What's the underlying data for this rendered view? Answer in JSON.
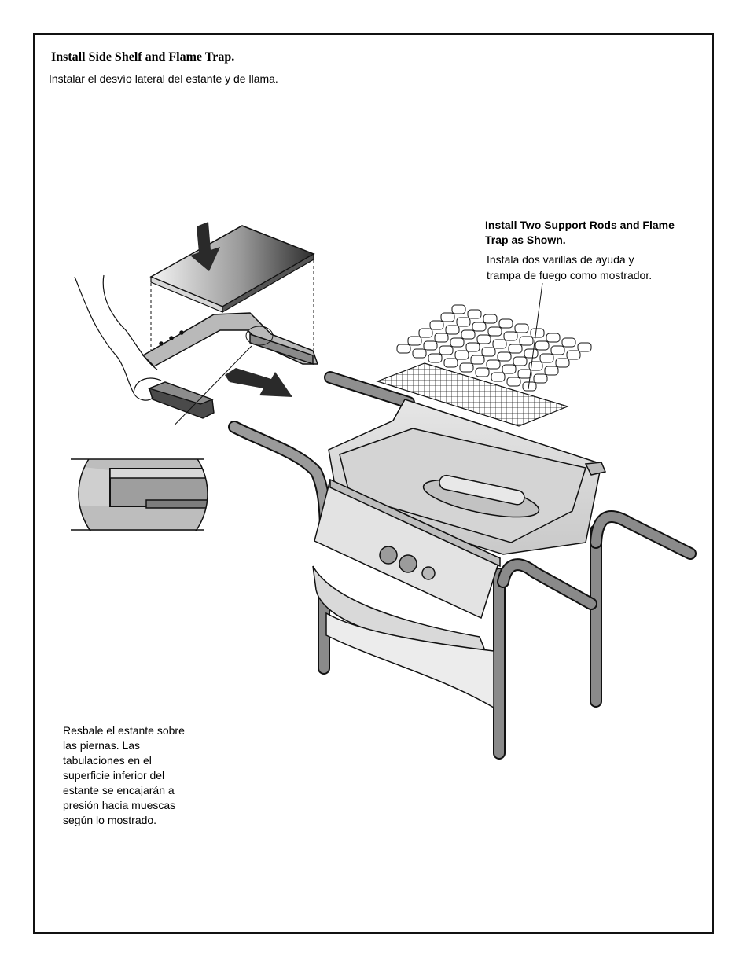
{
  "header": {
    "title": "Install Side Shelf and Flame Trap.",
    "subtitle": "Instalar el desvío lateral del estante y de llama."
  },
  "callout": {
    "en_lines": [
      "Install Two Support Rods and Flame",
      "Trap as Shown."
    ],
    "es_lines": [
      "Instala dos varillas de ayuda y",
      "trampa de fuego como mostrador."
    ]
  },
  "note": {
    "lines": [
      "Resbale el estante sobre",
      "las piernas. Las",
      "tabulaciones en el",
      "superficie inferior del",
      "estante se encajarán a",
      "presión hacia muescas",
      "según lo mostrado."
    ]
  }
}
